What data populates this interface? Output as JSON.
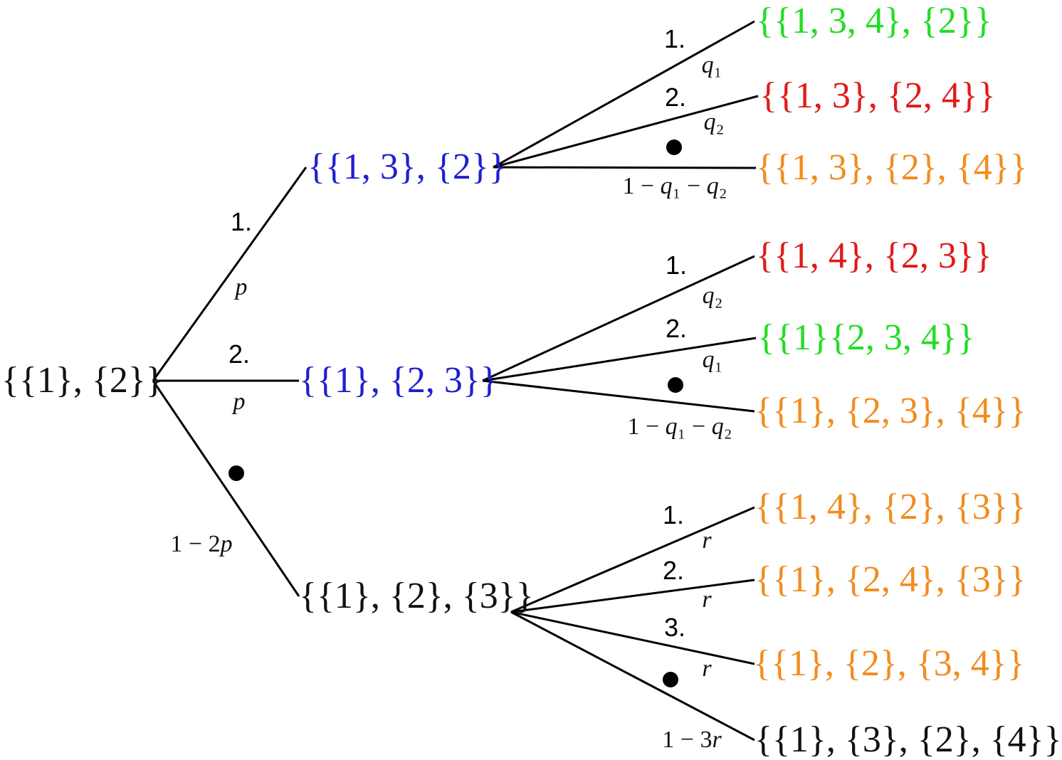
{
  "colors": {
    "black": "#111111",
    "blue": "#1f1fd0",
    "green": "#22dd22",
    "red": "#e01b1b",
    "orange": "#f28c1e",
    "edge": "#000000"
  },
  "nodes": {
    "root": "{{1}, {2}}",
    "a": "{{1, 3}, {2}}",
    "b": "{{1}, {2, 3}}",
    "c": "{{1}, {2}, {3}}",
    "a1": "{{1, 3, 4}, {2}}",
    "a2": "{{1, 3}, {2, 4}}",
    "a3": "{{1, 3}, {2}, {4}}",
    "b1": "{{1, 4}, {2, 3}}",
    "b2": "{{1}{2, 3, 4}}",
    "b3": "{{1}, {2, 3}, {4}}",
    "c1": "{{1, 4}, {2}, {3}}",
    "c2": "{{1}, {2, 4}, {3}}",
    "c3": "{{1}, {2}, {3, 4}}",
    "c4": "{{1}, {3}, {2}, {4}}"
  },
  "edges": {
    "root_a": {
      "num": "1.",
      "prob": "p"
    },
    "root_b": {
      "num": "2.",
      "prob": "p"
    },
    "root_c": {
      "num": "●",
      "prob": "1 − 2p"
    },
    "a_a1": {
      "num": "1.",
      "prob": "q₁"
    },
    "a_a2": {
      "num": "2.",
      "prob": "q₂"
    },
    "a_a3": {
      "num": "●",
      "prob": "1 − q₁ − q₂"
    },
    "b_b1": {
      "num": "1.",
      "prob": "q₂"
    },
    "b_b2": {
      "num": "2.",
      "prob": "q₁"
    },
    "b_b3": {
      "num": "●",
      "prob": "1 − q₁ − q₂"
    },
    "c_c1": {
      "num": "1.",
      "prob": "r"
    },
    "c_c2": {
      "num": "2.",
      "prob": "r"
    },
    "c_c3": {
      "num": "3.",
      "prob": "r"
    },
    "c_c4": {
      "num": "●",
      "prob": "1 − 3r"
    }
  }
}
